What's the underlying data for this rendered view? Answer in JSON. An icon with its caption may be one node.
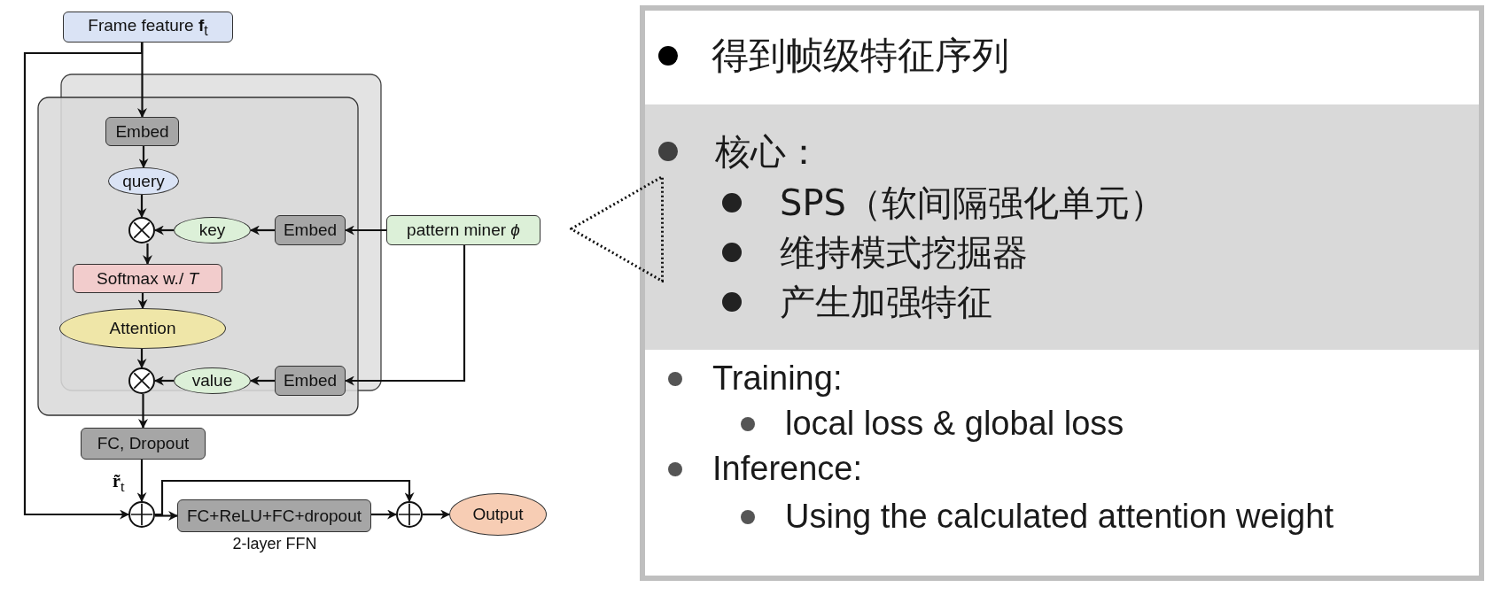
{
  "diagram": {
    "nodes": [
      {
        "text": [
          "Frame feature **f**$_{t}$"
        ]
      },
      {
        "text": [
          "Embed"
        ]
      },
      {
        "text": [
          "query"
        ]
      },
      {
        "text": [],
        "shape": "circle"
      },
      {
        "text": [
          "key"
        ]
      },
      {
        "text": [
          "Embed"
        ]
      },
      {
        "text": [
          "pattern miner *ϕ*"
        ]
      },
      {
        "text": [
          "Softmax w./ *T*"
        ]
      },
      {
        "text": [
          "Attention"
        ]
      },
      {
        "text": [],
        "shape": "circle"
      },
      {
        "text": [
          "value"
        ]
      },
      {
        "text": [
          "Embed"
        ]
      },
      {
        "text": [
          "FC, Dropout"
        ]
      },
      {
        "text": [],
        "shape": "circle"
      },
      {
        "text": [
          "FC+ReLU+FC+dropout"
        ],
        "beside": [
          "2-layer FFN"
        ]
      },
      {
        "text": [],
        "shape": "circle"
      },
      {
        "text": [
          "Output"
        ]
      },
      {
        "text": [],
        "shape": "triangle"
      }
    ],
    "edges": [
      {
        "from": 0,
        "to": 1,
        "arrow": "to"
      },
      {
        "from": 1,
        "to": 2,
        "arrow": "to"
      },
      {
        "from": 2,
        "to": 3,
        "arrow": "to"
      },
      {
        "from": 5,
        "to": 4,
        "arrow": "to"
      },
      {
        "from": 4,
        "to": 3,
        "arrow": "to"
      },
      {
        "from": 6,
        "to": 5,
        "arrow": "to"
      },
      {
        "from": 3,
        "to": 7,
        "arrow": "to"
      },
      {
        "from": 7,
        "to": 8,
        "arrow": "to"
      },
      {
        "from": 8,
        "to": 9,
        "arrow": "to"
      },
      {
        "from": 11,
        "to": 10,
        "arrow": "to"
      },
      {
        "from": 10,
        "to": 9,
        "arrow": "to"
      },
      {
        "from": 6,
        "to": 11,
        "arrow": "to"
      },
      {
        "from": 9,
        "to": 12,
        "arrow": "to"
      },
      {
        "from": 12,
        "to": 13,
        "arrow": "to",
        "label": "**r̃**$_{t}$"
      },
      {
        "from": 0,
        "to": 13,
        "arrow": "to"
      },
      {
        "from": 13,
        "to": 14,
        "arrow": "to"
      },
      {
        "from": 13,
        "to": 15,
        "arrow": "to"
      },
      {
        "from": 14,
        "to": 15,
        "arrow": "to"
      },
      {
        "from": 15,
        "to": 16,
        "arrow": "to"
      }
    ],
    "labels": [
      "得到帧级特征序列",
      "核心：",
      "SPS（软间隔强化单元）",
      "维持模式挖掘器",
      "产生加强特征",
      "Training:",
      "local loss & global loss",
      "Inference:",
      "Using the calculated attention weight"
    ]
  }
}
